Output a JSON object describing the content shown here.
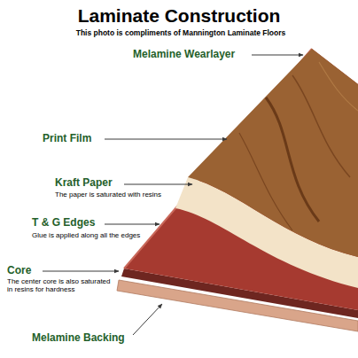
{
  "diagram": {
    "title": "Laminate Construction",
    "labels": [
      "This photo is compliments of Mannington Laminate Floors",
      "Melamine Wearlayer",
      "Print Film",
      "Kraft Paper",
      "The paper is saturated with resins",
      "T & G Edges",
      "Glue is applied along all the edges",
      "Core",
      "The center core is also saturated in resins for hardness",
      "Melamine Backing"
    ]
  }
}
